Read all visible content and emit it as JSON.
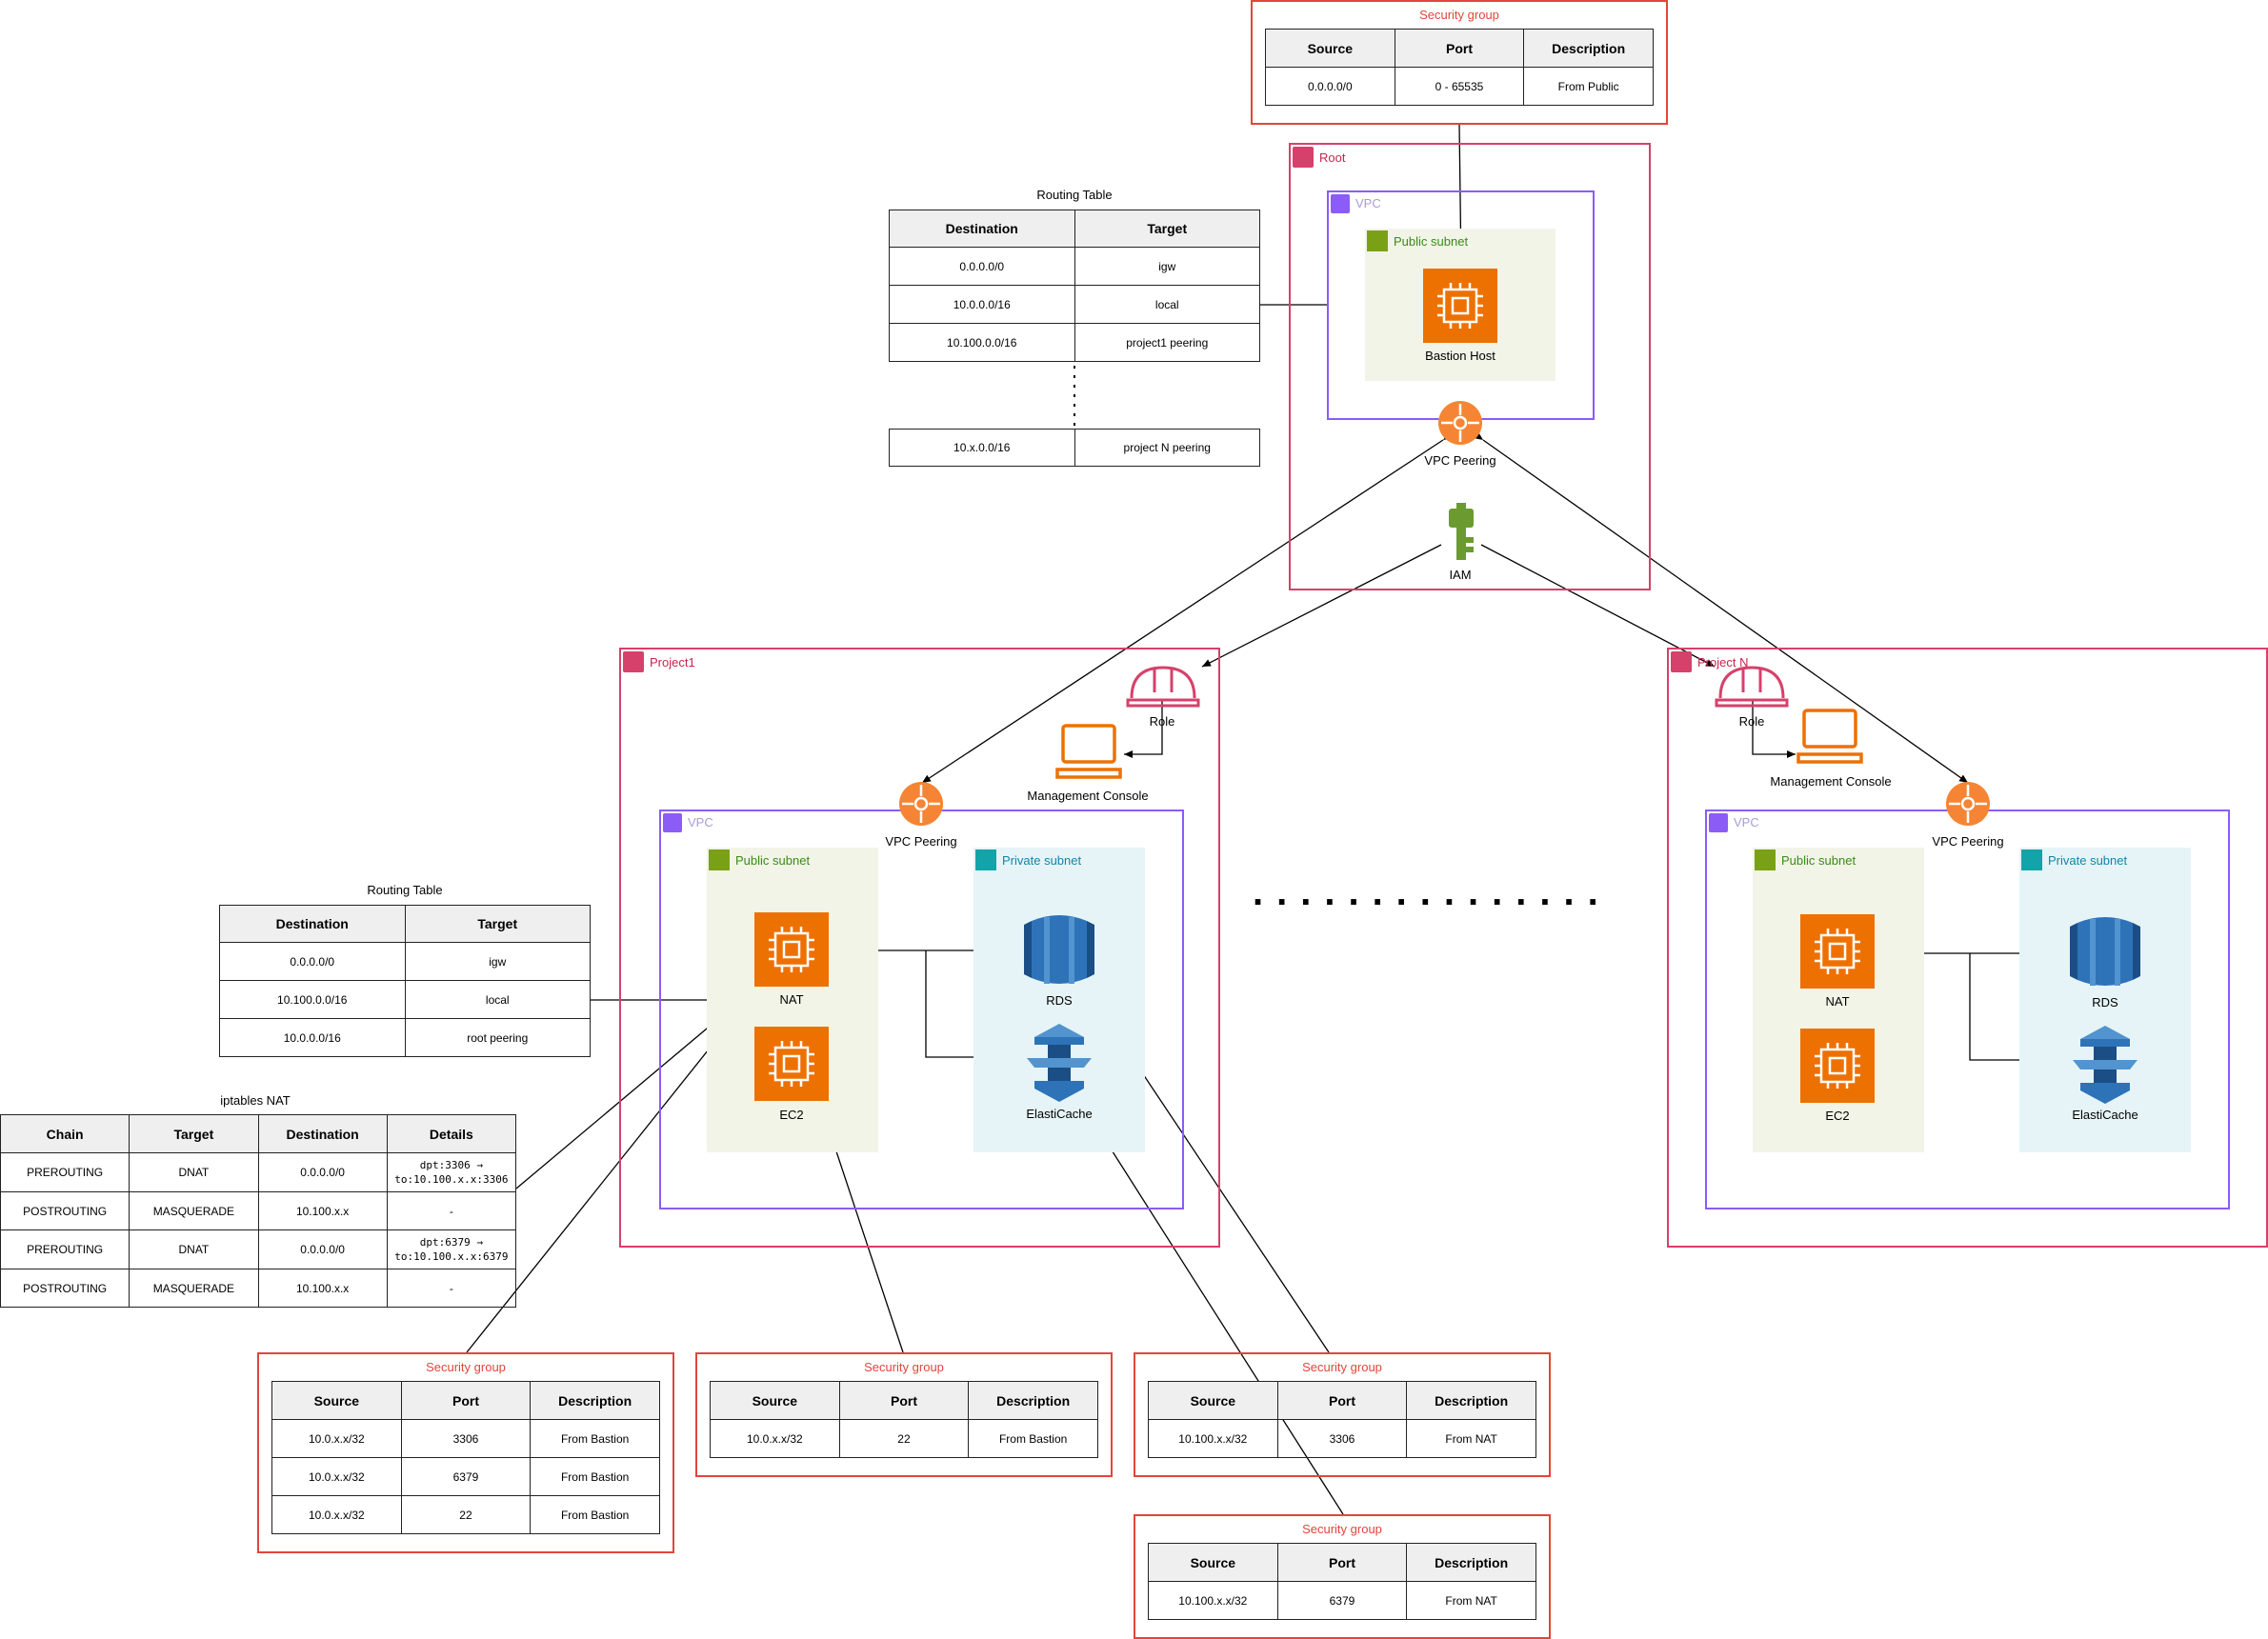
{
  "colors": {
    "account": "#d6416b",
    "vpc": "#8b5cf6",
    "public_subnet": "#f1f4e7",
    "private_subnet": "#e6f4f7",
    "security_group": "#e0463a",
    "ec2": "#ed7100",
    "peering": "#f58534",
    "iam": "#6b9b30",
    "rds": "#2e73b8"
  },
  "root": {
    "account_label": "Root",
    "vpc_label": "VPC",
    "public_subnet_label": "Public subnet",
    "bastion_label": "Bastion Host",
    "peering_label": "VPC Peering",
    "iam_label": "IAM"
  },
  "root_sg": {
    "title": "Security group",
    "headers": [
      "Source",
      "Port",
      "Description"
    ],
    "rows": [
      [
        "0.0.0.0/0",
        "0 - 65535",
        "From Public"
      ]
    ]
  },
  "root_routing": {
    "title": "Routing Table",
    "headers": [
      "Destination",
      "Target"
    ],
    "rows": [
      [
        "0.0.0.0/0",
        "igw"
      ],
      [
        "10.0.0.0/16",
        "local"
      ],
      [
        "10.100.0.0/16",
        "project1 peering"
      ]
    ],
    "last_row": [
      "10.x.0.0/16",
      "project N peering"
    ]
  },
  "project1": {
    "account_label": "Project1",
    "role_label": "Role",
    "console_label": "Management Console",
    "peering_label": "VPC Peering",
    "vpc_label": "VPC",
    "public_subnet_label": "Public subnet",
    "private_subnet_label": "Private subnet",
    "nat_label": "NAT",
    "ec2_label": "EC2",
    "rds_label": "RDS",
    "cache_label": "ElastiCache"
  },
  "projectN": {
    "account_label": "Project N",
    "role_label": "Role",
    "console_label": "Management Console",
    "peering_label": "VPC Peering",
    "vpc_label": "VPC",
    "public_subnet_label": "Public subnet",
    "private_subnet_label": "Private subnet",
    "nat_label": "NAT",
    "ec2_label": "EC2",
    "rds_label": "RDS",
    "cache_label": "ElastiCache"
  },
  "p1_routing": {
    "title": "Routing Table",
    "headers": [
      "Destination",
      "Target"
    ],
    "rows": [
      [
        "0.0.0.0/0",
        "igw"
      ],
      [
        "10.100.0.0/16",
        "local"
      ],
      [
        "10.0.0.0/16",
        "root peering"
      ]
    ]
  },
  "iptables": {
    "title": "iptables NAT",
    "headers": [
      "Chain",
      "Target",
      "Destination",
      "Details"
    ],
    "rows": [
      [
        "PREROUTING",
        "DNAT",
        "0.0.0.0/0",
        "dpt:3306 → to:10.100.x.x:3306"
      ],
      [
        "POSTROUTING",
        "MASQUERADE",
        "10.100.x.x",
        "-"
      ],
      [
        "PREROUTING",
        "DNAT",
        "0.0.0.0/0",
        "dpt:6379 → to:10.100.x.x:6379"
      ],
      [
        "POSTROUTING",
        "MASQUERADE",
        "10.100.x.x",
        "-"
      ]
    ],
    "details_split": [
      [
        "dpt:3306 →",
        "to:10.100.x.x:3306"
      ],
      [
        "dpt:6379 →",
        "to:10.100.x.x:6379"
      ]
    ]
  },
  "sg_nat": {
    "title": "Security group",
    "headers": [
      "Source",
      "Port",
      "Description"
    ],
    "rows": [
      [
        "10.0.x.x/32",
        "3306",
        "From Bastion"
      ],
      [
        "10.0.x.x/32",
        "6379",
        "From Bastion"
      ],
      [
        "10.0.x.x/32",
        "22",
        "From Bastion"
      ]
    ]
  },
  "sg_ec2": {
    "title": "Security group",
    "headers": [
      "Source",
      "Port",
      "Description"
    ],
    "rows": [
      [
        "10.0.x.x/32",
        "22",
        "From Bastion"
      ]
    ]
  },
  "sg_rds": {
    "title": "Security group",
    "headers": [
      "Source",
      "Port",
      "Description"
    ],
    "rows": [
      [
        "10.100.x.x/32",
        "3306",
        "From NAT"
      ]
    ]
  },
  "sg_cache": {
    "title": "Security group",
    "headers": [
      "Source",
      "Port",
      "Description"
    ],
    "rows": [
      [
        "10.100.x.x/32",
        "6379",
        "From NAT"
      ]
    ]
  }
}
